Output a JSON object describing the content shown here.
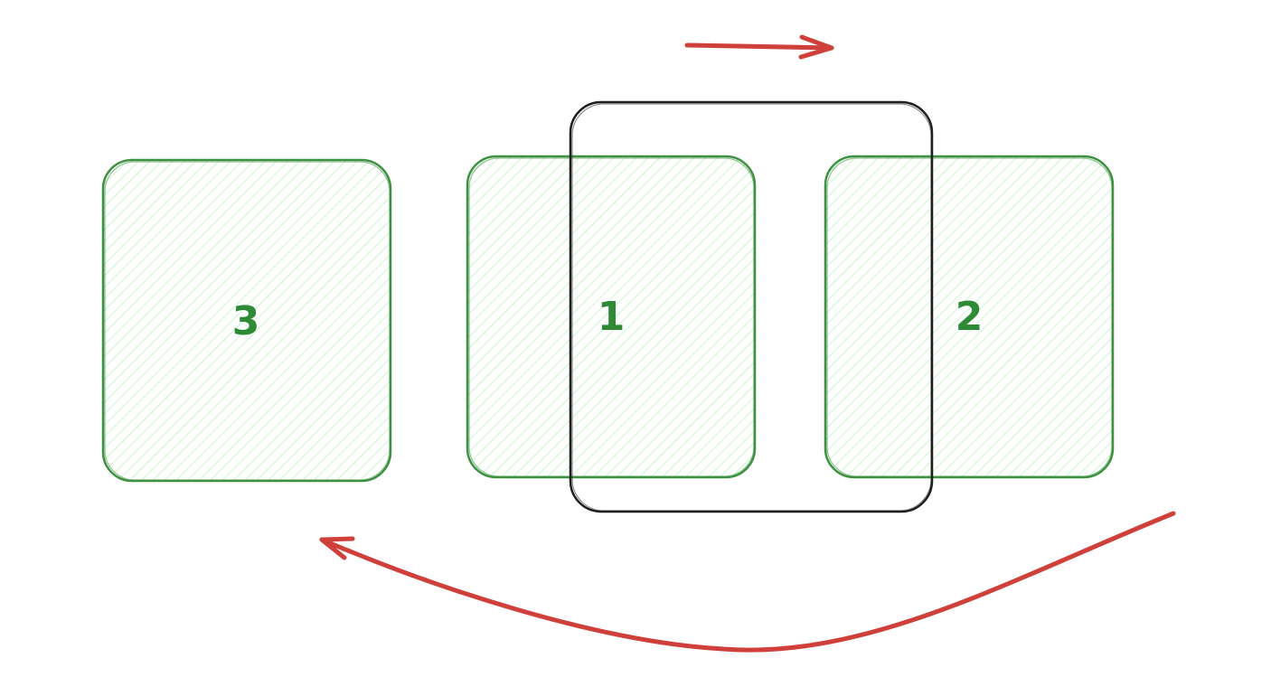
{
  "colors": {
    "background": "#ffffff",
    "card_stroke": "#3f9142",
    "card_fill": "#b2f2bb",
    "card_label": "#2f8a35",
    "frame_stroke": "#1e1e1e",
    "arrow": "#d0403a"
  },
  "cards": [
    {
      "label": "3"
    },
    {
      "label": "1"
    },
    {
      "label": "2"
    }
  ],
  "frame": {
    "label": ""
  }
}
